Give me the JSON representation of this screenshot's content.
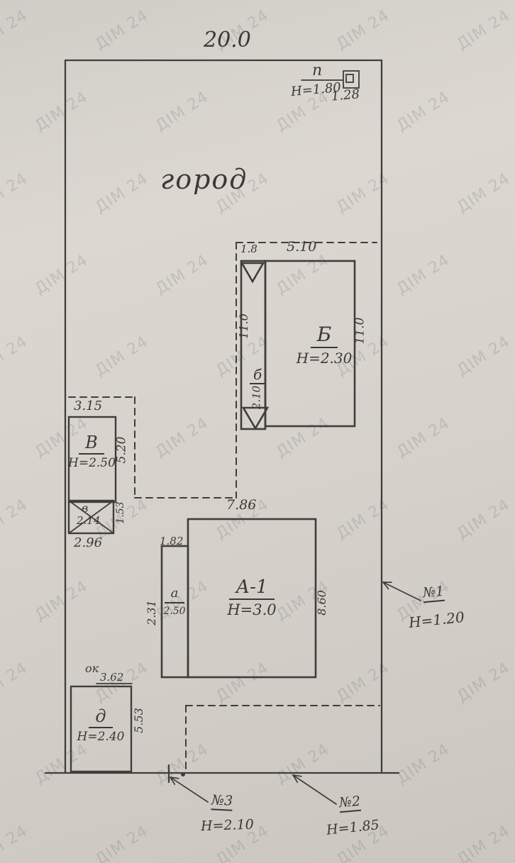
{
  "watermark": {
    "text": "ДІМ 24"
  },
  "labels": {
    "top_width": "20.0",
    "garden": "город"
  },
  "gate_top": {
    "mark": "п",
    "height": "Н=1.80",
    "width": "1.28"
  },
  "building_b": {
    "dim_small": "1.8",
    "dim_width": "5.10",
    "name": "Б",
    "height": "Н=2.30",
    "dim_right": "11.0",
    "dim_left": "11.0",
    "annex": {
      "name": "б",
      "dim": "2.10"
    }
  },
  "building_v": {
    "dim_top": "3.15",
    "name": "В",
    "height": "Н=2.50",
    "dim_side": "5.20",
    "porch": {
      "name": "в",
      "dim": "2.14",
      "side": "1.53",
      "width": "2.96"
    }
  },
  "building_a": {
    "dim_width": "7.86",
    "name": "А-1",
    "height": "Н=3.0",
    "dim_side": "8.60",
    "annex": {
      "dim_top": "1.82",
      "name": "а",
      "dim": "2.50",
      "side": "2.31"
    }
  },
  "building_d": {
    "mark": "ок",
    "mark_dim": "3.62",
    "name": "д",
    "height": "Н=2.40",
    "dim_side": "5.53"
  },
  "fences": {
    "n1": {
      "label": "№1",
      "height": "Н=1.20"
    },
    "n2": {
      "label": "№2",
      "height": "Н=1.85"
    },
    "n3": {
      "label": "№3",
      "height": "Н=2.10"
    }
  }
}
